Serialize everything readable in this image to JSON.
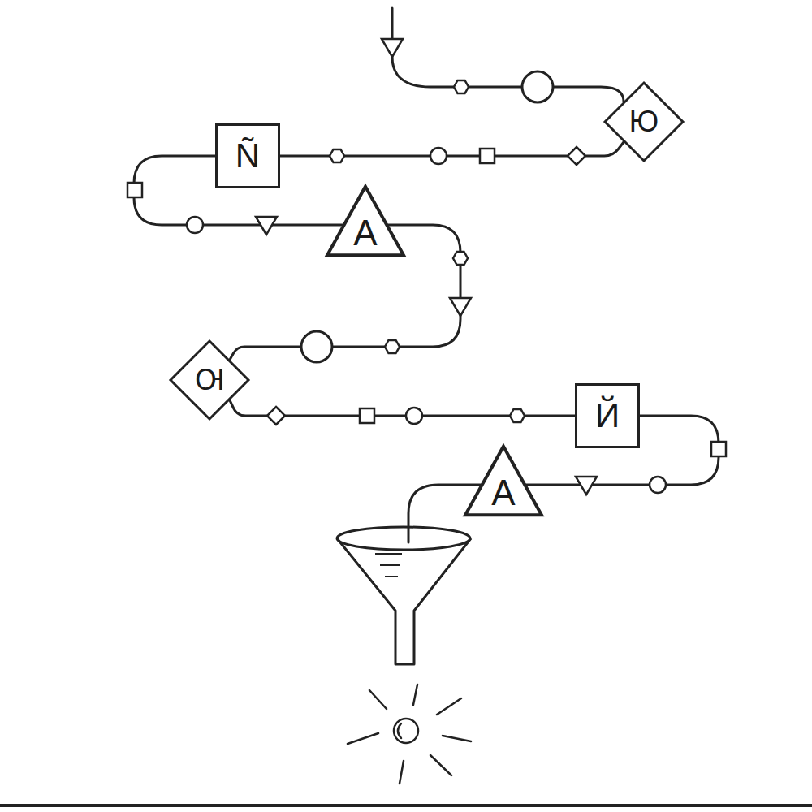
{
  "diagram": {
    "nodes": [
      {
        "text": [
          "Ю"
        ]
      },
      {
        "text": [
          "Ñ"
        ]
      },
      {
        "text": [
          "A"
        ]
      },
      {
        "text": [
          "Ю"
        ]
      },
      {
        "text": [
          "Й"
        ]
      },
      {
        "text": [
          "A"
        ]
      }
    ],
    "edges": [
      {
        "from": 0,
        "to": 1,
        "arrow": "none"
      },
      {
        "from": 1,
        "to": 2,
        "arrow": "none"
      },
      {
        "from": 2,
        "to": 3,
        "arrow": "none"
      },
      {
        "from": 3,
        "to": 4,
        "arrow": "none"
      },
      {
        "from": 4,
        "to": 5,
        "arrow": "none"
      }
    ]
  }
}
